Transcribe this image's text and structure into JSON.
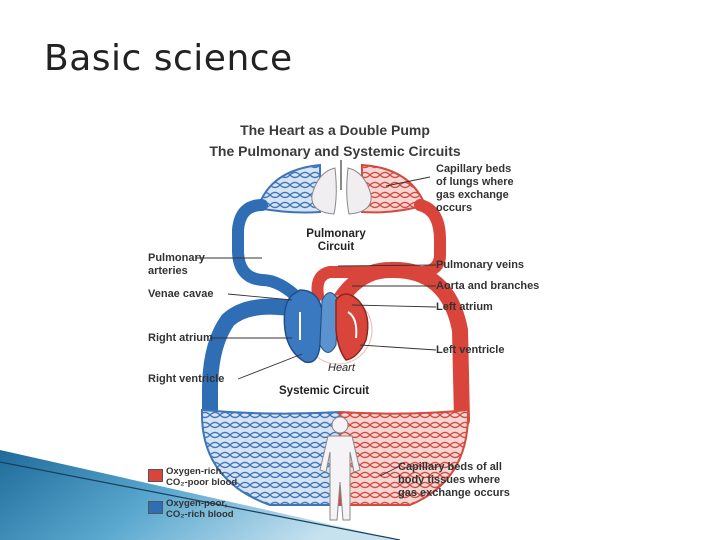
{
  "slide": {
    "title": "Basic science"
  },
  "diagram": {
    "title_line1": "The Heart as a Double Pump",
    "title_line2": "The Pulmonary and Systemic Circuits",
    "circuits": {
      "pulmonary": [
        "Pulmonary",
        "Circuit"
      ],
      "systemic": "Systemic Circuit",
      "heart": "Heart"
    },
    "labels_left": {
      "pulmonary_arteries": [
        "Pulmonary",
        "arteries"
      ],
      "venae_cavae": "Venae cavae",
      "right_atrium": "Right atrium",
      "right_ventricle": "Right ventricle"
    },
    "labels_right": {
      "capillary_lungs": [
        "Capillary beds",
        "of lungs where",
        "gas exchange",
        "occurs"
      ],
      "pulmonary_veins": "Pulmonary veins",
      "aorta": "Aorta and branches",
      "left_atrium": "Left atrium",
      "left_ventricle": "Left ventricle",
      "capillary_body": [
        "Capillary beds of all",
        "body tissues where",
        "gas exchange occurs"
      ]
    },
    "legend": [
      {
        "line1": "Oxygen-rich,",
        "line2": "CO₂-poor blood",
        "color": "#d9453a"
      },
      {
        "line1": "Oxygen-poor,",
        "line2": "CO₂-rich blood",
        "color": "#2f6db4"
      }
    ],
    "colors": {
      "oxygen_rich": "#d9453a",
      "oxygen_poor": "#2f6db4",
      "slide_accent": "#2a7ab0"
    }
  }
}
